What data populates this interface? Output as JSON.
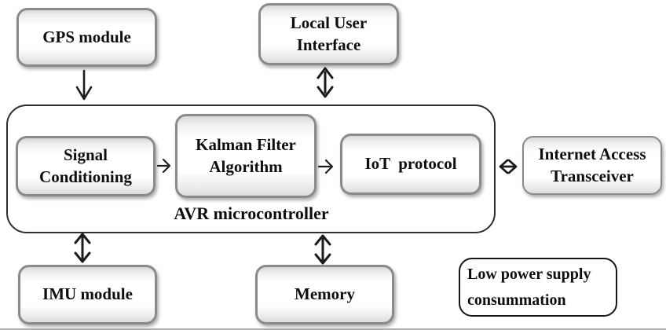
{
  "nodes": {
    "gps": {
      "label": "GPS module"
    },
    "local_ui": {
      "line1": "Local User",
      "line2": "Interface"
    },
    "signal_conditioning": {
      "line1": "Signal",
      "line2": "Conditioning"
    },
    "kalman": {
      "line1": "Kalman Filter",
      "line2": "Algorithm"
    },
    "iot_protocol": {
      "label": "IoT  protocol"
    },
    "avr": {
      "label": "AVR microcontroller"
    },
    "internet_transceiver": {
      "line1": "Internet Access",
      "line2": "Transceiver"
    },
    "imu": {
      "label": "IMU module"
    },
    "memory": {
      "label": "Memory"
    },
    "low_power": {
      "line1": "Low power supply",
      "line2": "consummation"
    }
  },
  "colors": {
    "module_border": "#8a8a8a",
    "container_border": "#2e2e2e",
    "arrow": "#1b1b1b",
    "text": "#0e0e0e",
    "background": "#ffffff"
  }
}
